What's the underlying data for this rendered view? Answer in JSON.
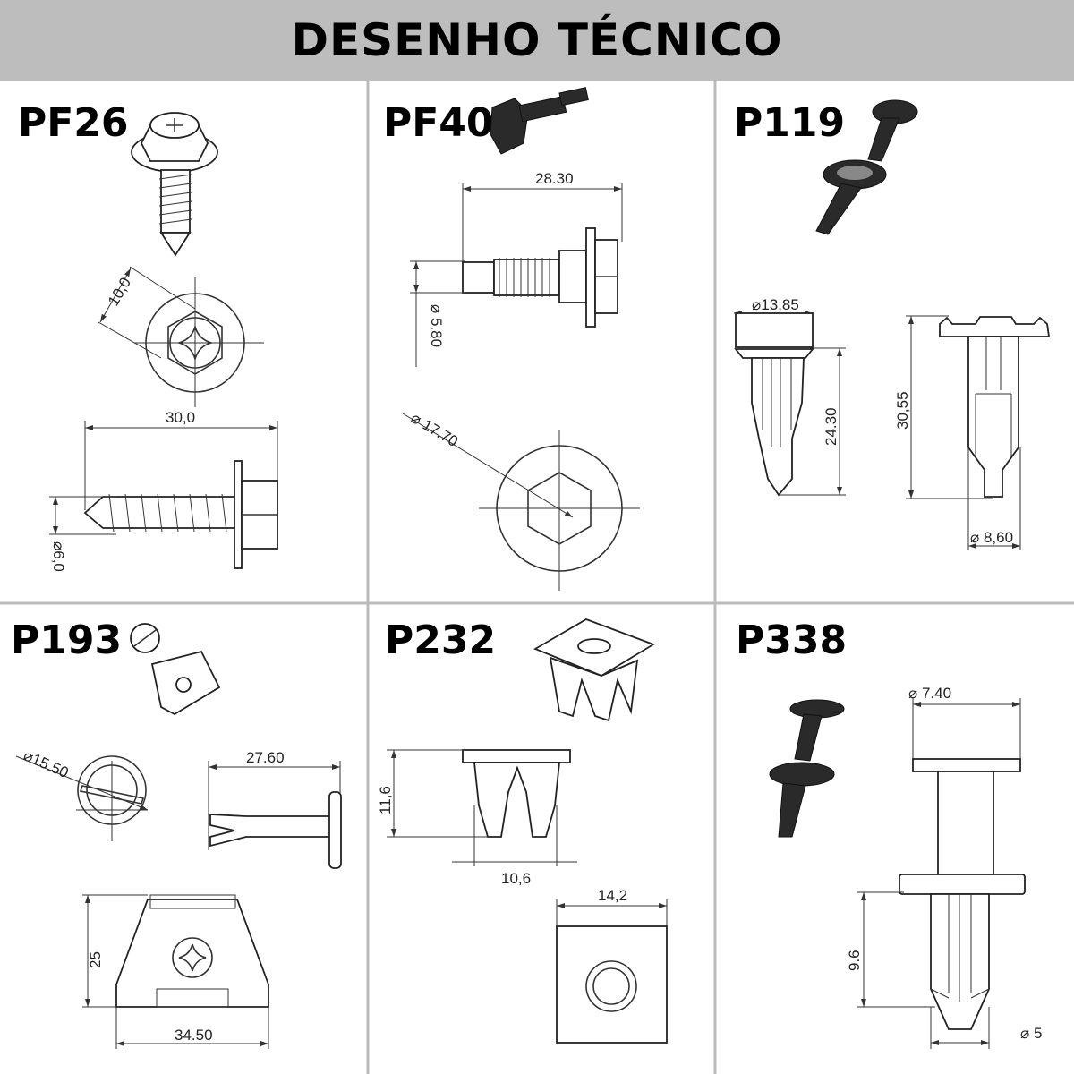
{
  "header": {
    "title": "DESENHO TÉCNICO"
  },
  "colors": {
    "header_bg": "#bdbdbd",
    "divider": "#bbbbbb",
    "ink": "#222222"
  },
  "parts": [
    {
      "code": "PF26",
      "dims": {
        "head": "10,0",
        "length": "30,0",
        "diameter": "⌀6,0"
      }
    },
    {
      "code": "PF40",
      "dims": {
        "length": "28.30",
        "diameter": "⌀ 5.80",
        "head_diameter": "⌀ 17.70"
      }
    },
    {
      "code": "P119",
      "dims": {
        "head_diameter": "⌀13,85",
        "height": "24.30",
        "total_height": "30,55",
        "body_diameter": "⌀ 8,60"
      }
    },
    {
      "code": "P193",
      "dims": {
        "diameter": "⌀15.50",
        "length": "27.60",
        "height": "25",
        "width": "34.50"
      }
    },
    {
      "code": "P232",
      "dims": {
        "height": "11,6",
        "width": "10,6",
        "plate": "14,2"
      }
    },
    {
      "code": "P338",
      "dims": {
        "cap_diameter": "⌀ 7.40",
        "leg_length": "9.6",
        "leg_diameter": "⌀ 5"
      }
    }
  ]
}
